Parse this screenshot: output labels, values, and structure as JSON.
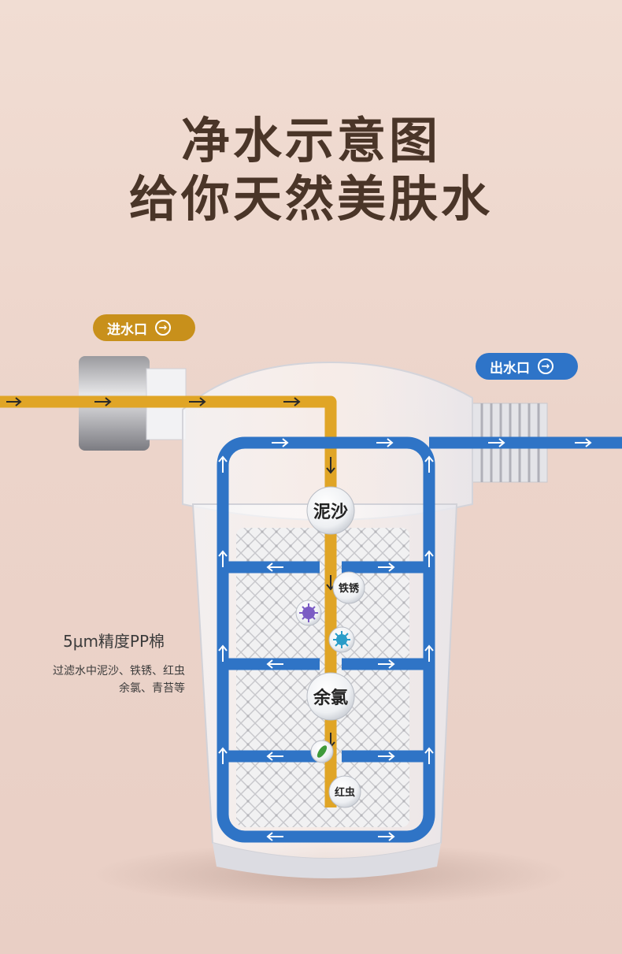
{
  "title": {
    "line1": "净水示意图",
    "line2": "给你天然美肤水"
  },
  "inlet_label": "进水口",
  "outlet_label": "出水口",
  "filter": {
    "name": "5μm精度PP棉",
    "desc_line1": "过滤水中泥沙、铁锈、红虫",
    "desc_line2": "余氯、青苔等"
  },
  "particles": {
    "sand": "泥沙",
    "rust": "铁锈",
    "chlorine": "余氯",
    "redworm": "红虫"
  },
  "colors": {
    "inflow": "#e0a526",
    "outflow": "#2f74c6",
    "title": "#4a3528"
  },
  "icons": [
    "arrow-circle-right-icon",
    "flow-arrow-icon",
    "bacteria-icon",
    "moss-icon"
  ]
}
